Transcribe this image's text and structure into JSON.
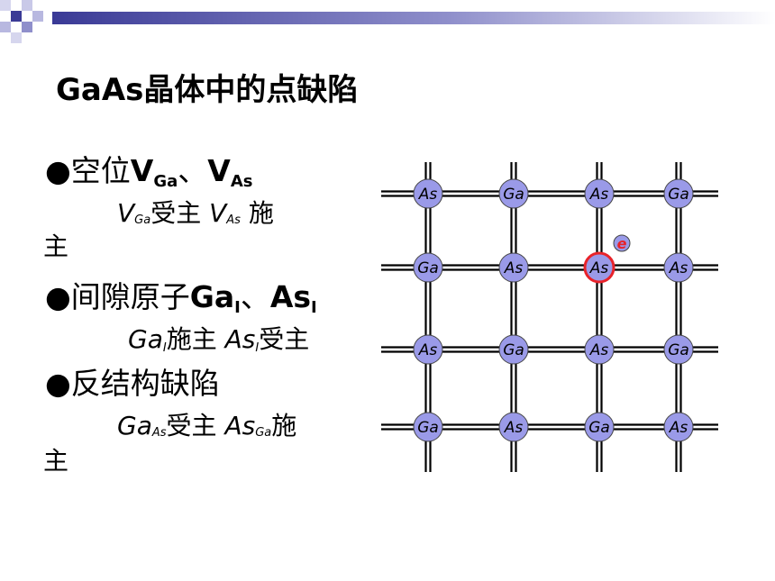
{
  "slide": {
    "title": "GaAs晶体中的点缺陷"
  },
  "bullets": [
    {
      "marker": "●",
      "text": "空位",
      "v1": "V",
      "v1_sub": "Ga",
      "sep": "、",
      "v2": "V",
      "v2_sub": "As",
      "detail": {
        "p1": "V",
        "p1_sub": "Ga",
        "p1_role": "受主",
        "p2": "V",
        "p2_sub": "As",
        "p2_role": "施",
        "wrap": "主"
      }
    },
    {
      "marker": "●",
      "text": "间隙原子",
      "v1": "Ga",
      "v1_sub": "I",
      "sep": "、",
      "v2": "As",
      "v2_sub": "I",
      "detail": {
        "p1": "Ga",
        "p1_sub": "I",
        "p1_role": "施主",
        "p2": "As",
        "p2_sub": "I",
        "p2_role": "受主"
      }
    },
    {
      "marker": "●",
      "text": "反结构缺陷",
      "detail": {
        "p1": "Ga",
        "p1_sub": "As",
        "p1_role": "受主",
        "p2": "As",
        "p2_sub": "Ga",
        "p2_role": "施",
        "wrap": "主"
      }
    }
  ],
  "lattice": {
    "rows": [
      [
        "As",
        "Ga",
        "As",
        "Ga"
      ],
      [
        "Ga",
        "As",
        "As",
        "As"
      ],
      [
        "As",
        "Ga",
        "As",
        "Ga"
      ],
      [
        "Ga",
        "As",
        "Ga",
        "As"
      ]
    ],
    "highlight": {
      "row": 1,
      "col": 2
    },
    "electron_label": "e",
    "atom_color": "#9a9ae8",
    "highlight_color": "#e8232a",
    "electron_color": "#e8232a"
  }
}
